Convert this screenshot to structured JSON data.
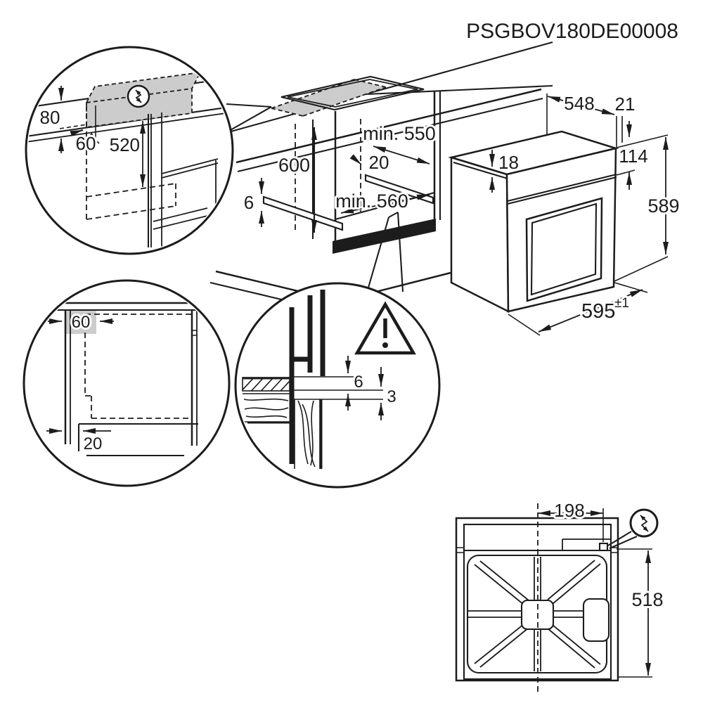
{
  "title": "PSGBOV180DE00008",
  "colors": {
    "line": "#1c1c1c",
    "shade": "#cccccc",
    "background": "#ffffff"
  },
  "main_view": {
    "dim_height": "600",
    "dim_shelf": "6",
    "dim_depth_min": "min. 550",
    "dim_rail_offset": "20",
    "dim_width_min": "min. 560"
  },
  "oven_view": {
    "dim_depth": "548",
    "dim_overhang": "21",
    "dim_top_edge": "18",
    "dim_panel_height": "114",
    "dim_height": "589",
    "dim_width": "595",
    "dim_width_tol": "±1"
  },
  "detail_electrical": {
    "dim_clearance": "80",
    "dim_offset": "60",
    "dim_height": "520",
    "symbol": "electrical-connection"
  },
  "detail_side": {
    "dim_top_offset": "60",
    "dim_plinth_recess": "20"
  },
  "detail_gap": {
    "dim_upper": "6",
    "dim_lower": "3",
    "symbol": "warning"
  },
  "rear_view": {
    "dim_connection_offset": "198",
    "dim_height": "518",
    "symbol": "electrical-connection"
  }
}
